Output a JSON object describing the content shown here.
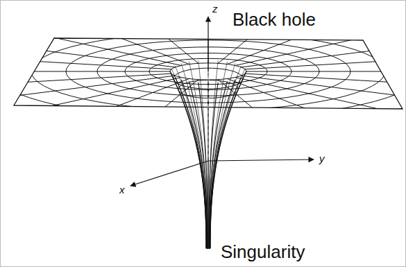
{
  "diagram": {
    "labels": [
      "Black hole",
      "z",
      "y",
      "x",
      "Singularity"
    ]
  }
}
